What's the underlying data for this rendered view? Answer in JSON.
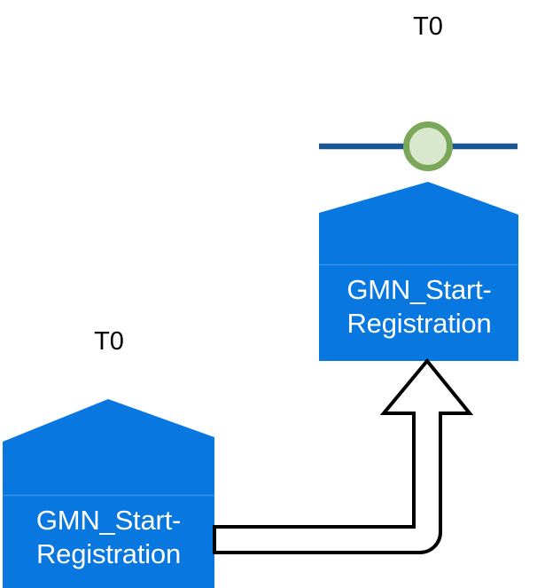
{
  "diagram": {
    "type": "bpmn-collaboration-mapping",
    "background": "#ffffff",
    "colors": {
      "node_fill": "#0878e0",
      "node_text": "#ffffff",
      "node_divider": "#3a93e8",
      "sequence_line": "#1b5693",
      "event_ring": "#7aa75a",
      "event_fill": "#d9e8cc",
      "arrow_stroke": "#000000",
      "arrow_fill": "#ffffff",
      "label_text": "#000000"
    },
    "nodes": [
      {
        "id": "top-node",
        "name": "GMN_Start-Registration",
        "label": "GMN_Start-\nRegistration",
        "time_label": "T0",
        "shape": "pentagon-home-plate",
        "has_attached_event": true,
        "event_type": "start-event",
        "event_icon": "circle-event-icon"
      },
      {
        "id": "bottom-node",
        "name": "GMN_Start-Registration",
        "label": "GMN_Start-\nRegistration",
        "time_label": "T0",
        "shape": "pentagon-home-plate",
        "has_attached_event": false
      }
    ],
    "connector": {
      "id": "mapping-arrow",
      "name": "mapping-arrow",
      "style": "block-arrow-outline",
      "from": "bottom-node",
      "to": "top-node",
      "direction": "up"
    }
  }
}
